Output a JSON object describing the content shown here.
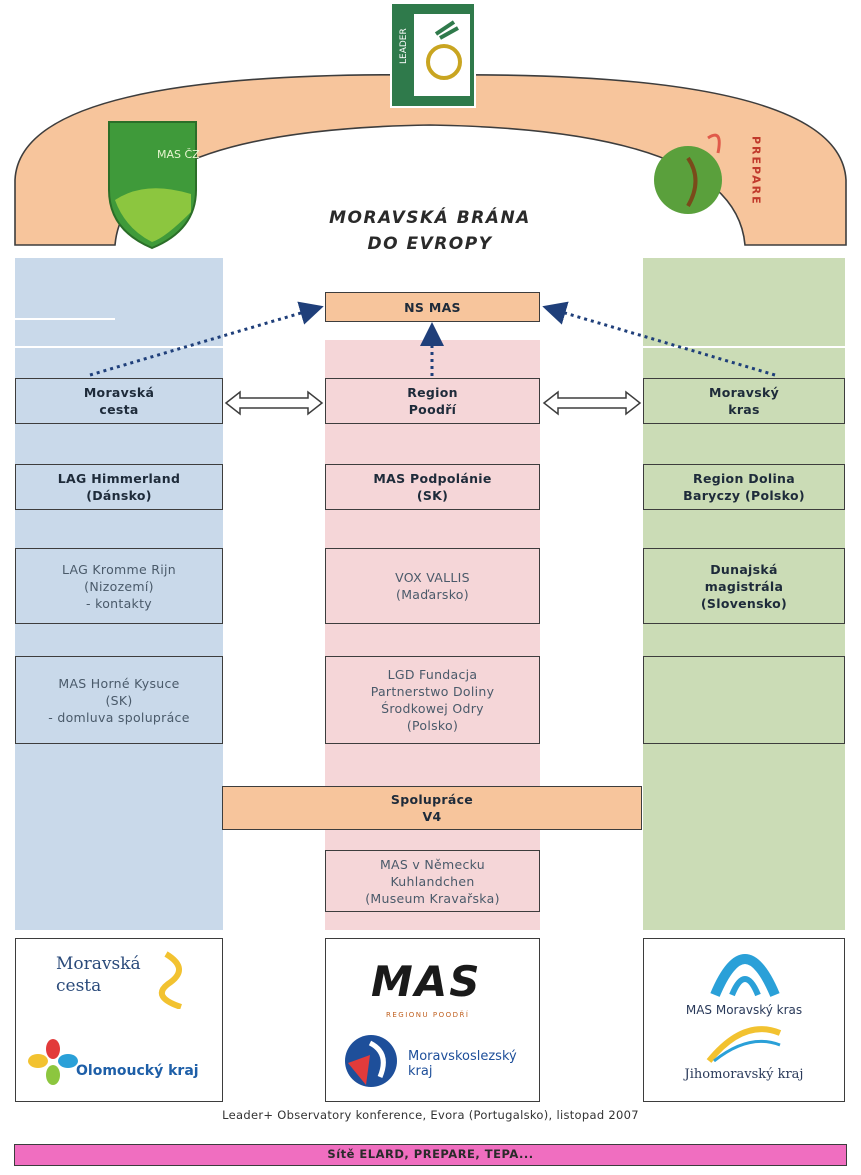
{
  "title": "MORAVSKÁ BRÁNA\nDO EVROPY",
  "ns_mas": "NS MAS",
  "left_column": [
    "Moravská\ncesta",
    "LAG Himmerland\n(Dánsko)",
    "LAG Kromme Rijn\n(Nizozemí)\n- kontakty",
    "MAS Horné Kysuce\n(SK)\n- domluva spolupráce"
  ],
  "mid_column": [
    "Region\nPoodří",
    "MAS Podpolánie\n(SK)",
    "VOX VALLIS\n(Maďarsko)",
    "LGD Fundacja\nPartnerstwo Doliny\nŚrodkowej Odry\n(Polsko)"
  ],
  "right_column": [
    "Moravský\nkras",
    "Region Dolina\nBaryczy (Polsko)",
    "Dunajská\nmagistrála\n(Slovensko)",
    ""
  ],
  "v4_box": "Spolupráce\nV4",
  "germany_box": "MAS v Německu\nKuhlandchen\n(Museum Kravařska)",
  "logos": {
    "leader": "LEADER",
    "mas_cz": "MAS ČZ",
    "prepare": "PREPARE",
    "moravska_cesta": "Moravská cesta",
    "olomoucky": "Olomoucký kraj",
    "mas_poodri": "MAS",
    "mas_poodri_sub": "REGIONU POODŘÍ",
    "moravskoslezsky": "Moravskoslezský kraj",
    "mas_moravsky_kras": "MAS Moravský kras",
    "jihomoravsky": "Jihomoravský kraj"
  },
  "footer": "Leader+ Observatory konference, Evora (Portugalsko), listopad 2007",
  "bottom_bar": "Sítě ELARD, PREPARE, TEPA...",
  "colors": {
    "arch": "#f7c59c",
    "left": "#c9d9ea",
    "mid": "#f5d6d8",
    "right": "#cbdcb6",
    "bar": "#f06ec0",
    "arrow": "#1f3f7a"
  }
}
